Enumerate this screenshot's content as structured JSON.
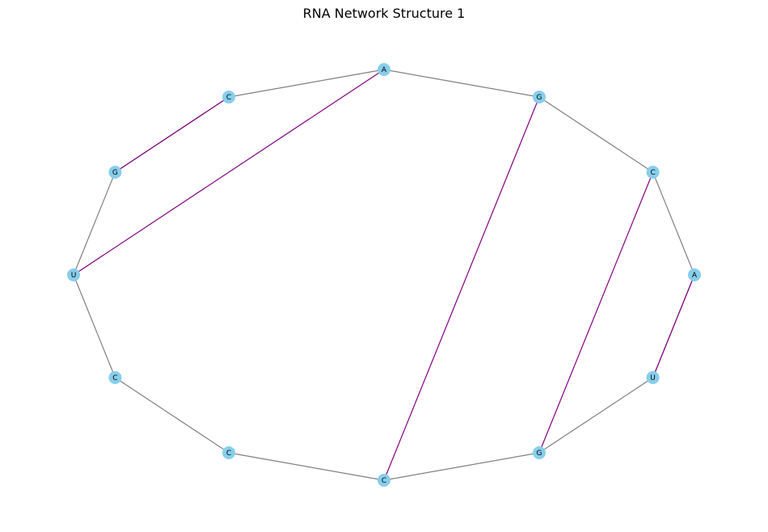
{
  "title": "RNA Network Structure 1",
  "colors": {
    "node_fill": "#87ceeb",
    "backbone_edge": "#808080",
    "pair_edge": "#800080",
    "background": "#ffffff"
  },
  "network": {
    "nodes": [
      {
        "id": 0,
        "label": "A"
      },
      {
        "id": 1,
        "label": "C"
      },
      {
        "id": 2,
        "label": "G"
      },
      {
        "id": 3,
        "label": "U"
      },
      {
        "id": 4,
        "label": "C"
      },
      {
        "id": 5,
        "label": "C"
      },
      {
        "id": 6,
        "label": "C"
      },
      {
        "id": 7,
        "label": "G"
      },
      {
        "id": 8,
        "label": "U"
      },
      {
        "id": 9,
        "label": "A"
      },
      {
        "id": 10,
        "label": "C"
      },
      {
        "id": 11,
        "label": "G"
      }
    ],
    "backbone_edges": [
      [
        0,
        1
      ],
      [
        1,
        2
      ],
      [
        2,
        3
      ],
      [
        3,
        4
      ],
      [
        4,
        5
      ],
      [
        5,
        6
      ],
      [
        6,
        7
      ],
      [
        7,
        8
      ],
      [
        8,
        9
      ],
      [
        9,
        10
      ],
      [
        10,
        11
      ],
      [
        11,
        0
      ]
    ],
    "pair_edges": [
      [
        1,
        2
      ],
      [
        0,
        3
      ],
      [
        11,
        6
      ],
      [
        10,
        7
      ],
      [
        9,
        8
      ]
    ]
  }
}
